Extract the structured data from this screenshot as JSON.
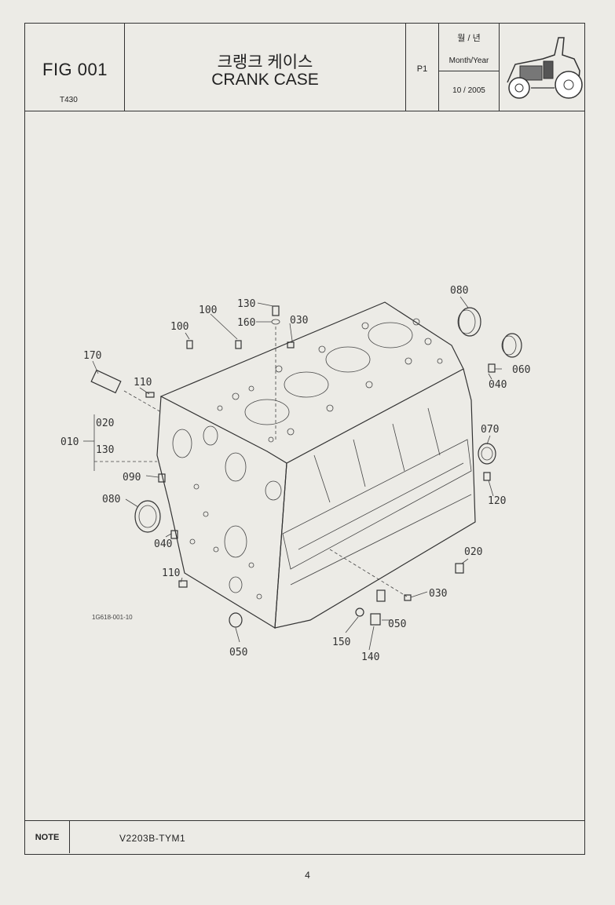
{
  "header": {
    "fig_no": "FIG 001",
    "model": "T430",
    "title_korean": "크랭크 케이스",
    "title_english": "CRANK CASE",
    "page": "P1",
    "date_label_korean": "월 / 년",
    "date_label_english": "Month/Year",
    "date_value": "10 / 2005",
    "logo": "tractor-illustration"
  },
  "diagram": {
    "reference_code": "1G618-001-10",
    "callouts": [
      "080",
      "130",
      "100",
      "160",
      "030",
      "100",
      "060",
      "170",
      "040",
      "110",
      "020",
      "130",
      "010",
      "070",
      "090",
      "080",
      "120",
      "040",
      "020",
      "110",
      "030",
      "050",
      "150",
      "140",
      "050"
    ]
  },
  "note": {
    "label": "NOTE",
    "text": "V2203B-TYM1"
  },
  "footer": {
    "page_number": "4"
  }
}
